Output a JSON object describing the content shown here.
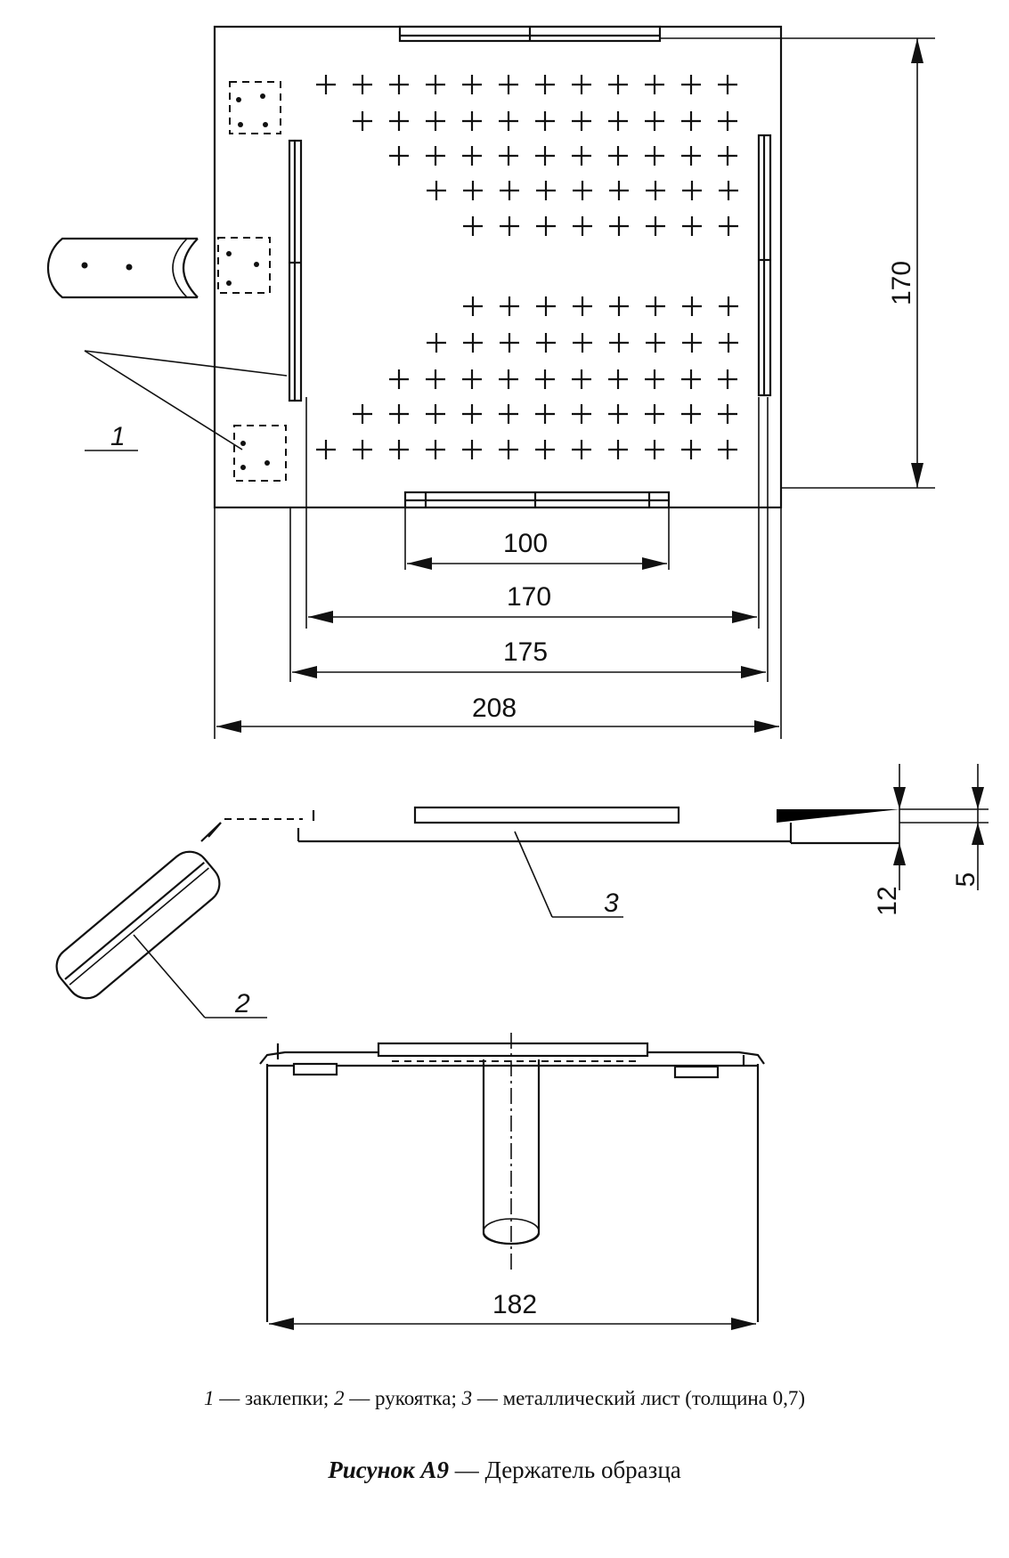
{
  "dimensions": {
    "top_view_height": "170",
    "inner_width_100": "100",
    "inner_width_170": "170",
    "inner_width_175": "175",
    "overall_width": "208",
    "side_height_12": "12",
    "side_height_5": "5",
    "end_width": "182"
  },
  "callouts": {
    "rivets": "1",
    "handle": "2",
    "sheet": "3"
  },
  "legend": {
    "n1": "1",
    "t1": " — заклепки; ",
    "n2": "2",
    "t2": " — рукоятка; ",
    "n3": "3",
    "t3": " — металлический лист (толщина 0,7)"
  },
  "caption": {
    "label": "Рисунок А9",
    "title": " — Держатель образца"
  }
}
